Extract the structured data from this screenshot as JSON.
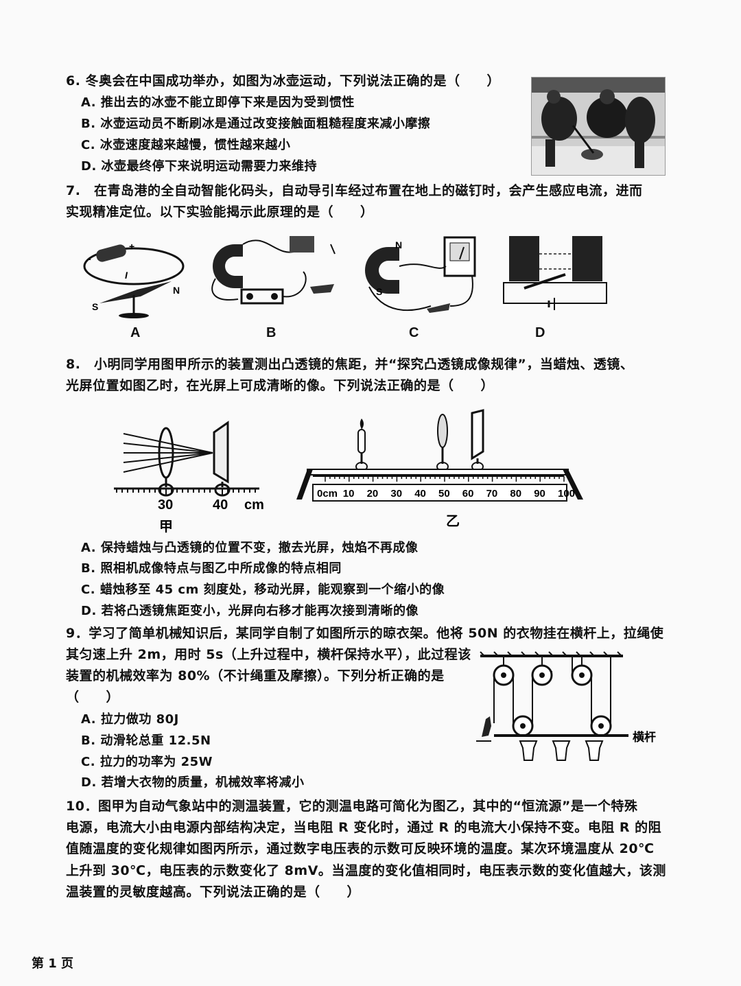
{
  "q6": {
    "stem": "6. 冬奥会在中国成功举办，如图为冰壶运动，下列说法正确的是（　　）",
    "options": [
      "A. 推出去的冰壶不能立即停下来是因为受到惯性",
      "B. 冰壶运动员不断刷冰是通过改变接触面粗糙程度来减小摩擦",
      "C. 冰壶速度越来越慢，惯性越来越小",
      "D. 冰壶最终停下来说明运动需要力来维持"
    ]
  },
  "q7": {
    "stem_lines": [
      "7.　在青岛港的全自动智能化码头，自动导引车经过布置在地上的磁钉时，会产生感应电流，进而",
      "实现精准定位。以下实验能揭示此原理的是（　　）"
    ],
    "figure_labels": [
      "A",
      "B",
      "C",
      "D"
    ],
    "fig_a_marks": {
      "plus": "+",
      "minus": "-",
      "current": "I",
      "south": "S",
      "north": "N"
    },
    "fig_c_marks": {
      "north": "N",
      "south": "S"
    }
  },
  "q8": {
    "stem_lines": [
      "8.　小明同学用图甲所示的装置测出凸透镜的焦距，并“探究凸透镜成像规律”，当蜡烛、透镜、",
      "光屏位置如图乙时，在光屏上可成清晰的像。下列说法正确的是（　　）"
    ],
    "fig_jia": {
      "ticks": [
        "30",
        "40",
        "cm"
      ],
      "label": "甲"
    },
    "fig_yi": {
      "scale": [
        "0cm",
        "10",
        "20",
        "30",
        "40",
        "50",
        "60",
        "70",
        "80",
        "90",
        "100"
      ],
      "label": "乙"
    },
    "options": [
      "A. 保持蜡烛与凸透镜的位置不变，撤去光屏，烛焰不再成像",
      "B. 照相机成像特点与图乙中所成像的特点相同",
      "C. 蜡烛移至 45 cm 刻度处，移动光屏，能观察到一个缩小的像",
      "D. 若将凸透镜焦距变小，光屏向右移才能再次接到清晰的像"
    ]
  },
  "q9": {
    "stem_lines": [
      "9．学习了简单机械知识后，某同学自制了如图所示的晾衣架。他将 50N 的衣物挂在横杆上，拉绳使",
      "其匀速上升 2m，用时 5s（上升过程中，横杆保持水平），此过程该",
      "装置的机械效率为 80%（不计绳重及摩擦）。下列分析正确的是",
      "（　　）"
    ],
    "figure_label": "横杆",
    "options": [
      "A. 拉力做功 80J",
      "B. 动滑轮总重 12.5N",
      "C. 拉力的功率为 25W",
      "D. 若增大衣物的质量，机械效率将减小"
    ]
  },
  "q10": {
    "stem_lines": [
      "10．图甲为自动气象站中的测温装置，它的测温电路可简化为图乙，其中的“恒流源”是一个特殊",
      "电源，电流大小由电源内部结构决定，当电阻 R 变化时，通过 R 的电流大小保持不变。电阻 R 的阻",
      "值随温度的变化规律如图丙所示，通过数字电压表的示数可反映环境的温度。某次环境温度从 20℃",
      "上升到 30℃，电压表的示数变化了 8mV。当温度的变化值相同时，电压表示数的变化值越大，该测",
      "温装置的灵敏度越高。下列说法正确的是（　　）"
    ]
  },
  "footer": "第 1 页"
}
